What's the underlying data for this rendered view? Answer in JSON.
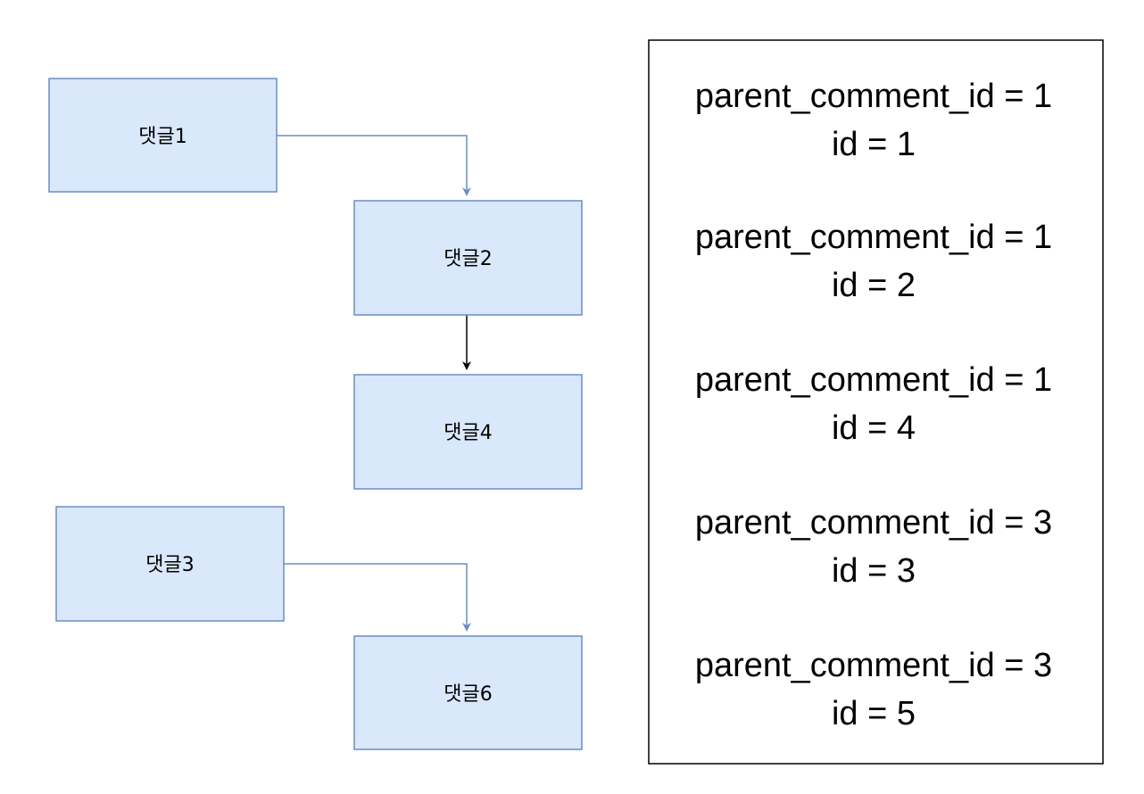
{
  "nodes": {
    "c1": {
      "label": "댓글1"
    },
    "c2": {
      "label": "댓글2"
    },
    "c4": {
      "label": "댓글4"
    },
    "c3": {
      "label": "댓글3"
    },
    "c6": {
      "label": "댓글6"
    }
  },
  "edges": [
    {
      "from": "댓글1",
      "to": "댓글2",
      "color": "#6c8ebf"
    },
    {
      "from": "댓글2",
      "to": "댓글4",
      "color": "#000000"
    },
    {
      "from": "댓글3",
      "to": "댓글6",
      "color": "#6c8ebf"
    }
  ],
  "records": [
    {
      "parent_line": "parent_comment_id = 1",
      "id_line": "id = 1"
    },
    {
      "parent_line": "parent_comment_id = 1",
      "id_line": "id = 2"
    },
    {
      "parent_line": "parent_comment_id = 1",
      "id_line": "id = 4"
    },
    {
      "parent_line": "parent_comment_id = 3",
      "id_line": "id = 3"
    },
    {
      "parent_line": "parent_comment_id = 3",
      "id_line": "id = 5"
    }
  ],
  "colors": {
    "node_fill": "#dae8fc",
    "node_stroke": "#6c8ebf",
    "edge_blue": "#6c8ebf",
    "edge_black": "#000000"
  }
}
